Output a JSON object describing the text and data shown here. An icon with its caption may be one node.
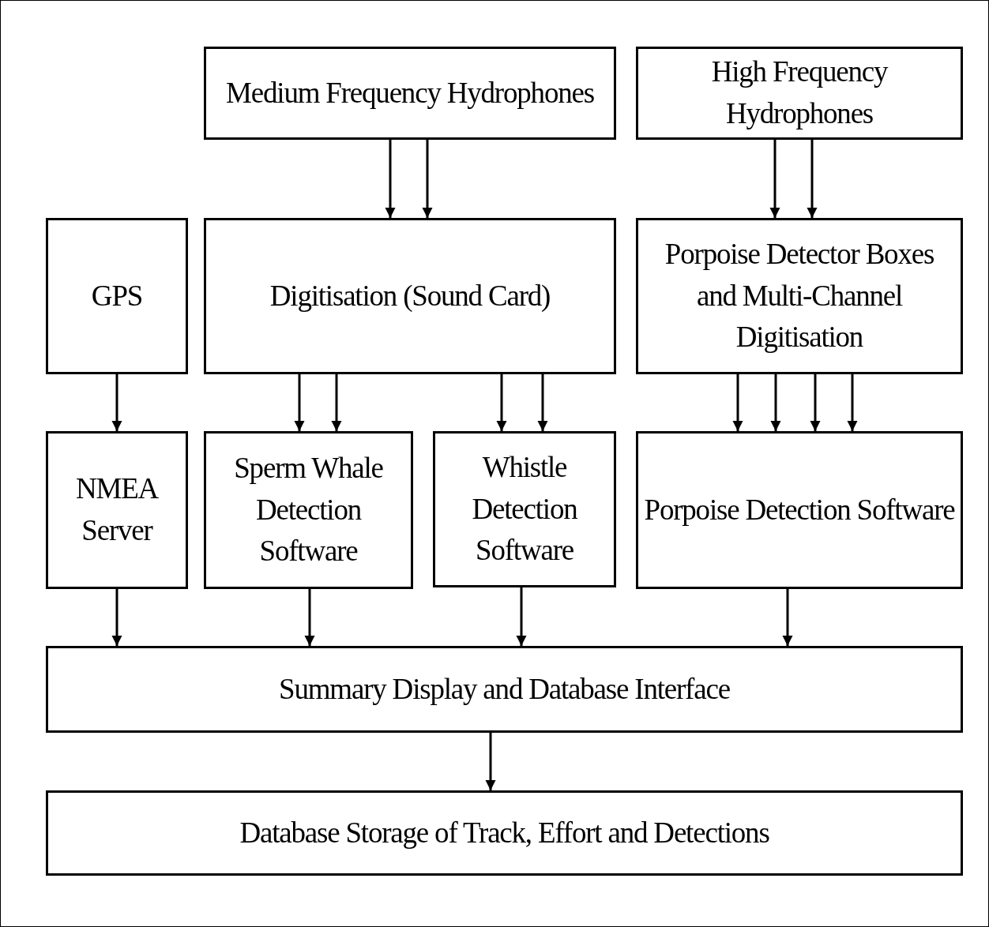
{
  "diagram": {
    "nodes": [
      {
        "text": [
          "Medium Frequency Hydrophones"
        ]
      },
      {
        "text": [
          "High Frequency Hydrophones"
        ]
      },
      {
        "text": [
          "GPS"
        ]
      },
      {
        "text": [
          "Digitisation (Sound Card)"
        ]
      },
      {
        "text": [
          "Porpoise Detector Boxes and Multi-Channel Digitisation"
        ]
      },
      {
        "text": [
          "NMEA Server"
        ]
      },
      {
        "text": [
          "Sperm Whale Detection Software"
        ]
      },
      {
        "text": [
          "Whistle Detection Software"
        ]
      },
      {
        "text": [
          "Porpoise Detection Software"
        ]
      },
      {
        "text": [
          "Summary Display and Database Interface"
        ]
      },
      {
        "text": [
          "Database Storage of Track, Effort and Detections"
        ]
      }
    ],
    "edges": [
      {
        "from": 0,
        "to": 3,
        "arrow": "to"
      },
      {
        "from": 0,
        "to": 3,
        "arrow": "to"
      },
      {
        "from": 1,
        "to": 4,
        "arrow": "to"
      },
      {
        "from": 1,
        "to": 4,
        "arrow": "to"
      },
      {
        "from": 2,
        "to": 5,
        "arrow": "to"
      },
      {
        "from": 3,
        "to": 6,
        "arrow": "to"
      },
      {
        "from": 3,
        "to": 6,
        "arrow": "to"
      },
      {
        "from": 3,
        "to": 7,
        "arrow": "to"
      },
      {
        "from": 3,
        "to": 7,
        "arrow": "to"
      },
      {
        "from": 4,
        "to": 8,
        "arrow": "to"
      },
      {
        "from": 4,
        "to": 8,
        "arrow": "to"
      },
      {
        "from": 4,
        "to": 8,
        "arrow": "to"
      },
      {
        "from": 4,
        "to": 8,
        "arrow": "to"
      },
      {
        "from": 5,
        "to": 9,
        "arrow": "to"
      },
      {
        "from": 6,
        "to": 9,
        "arrow": "to"
      },
      {
        "from": 7,
        "to": 9,
        "arrow": "to"
      },
      {
        "from": 8,
        "to": 9,
        "arrow": "to"
      },
      {
        "from": 9,
        "to": 10,
        "arrow": "to"
      }
    ]
  }
}
